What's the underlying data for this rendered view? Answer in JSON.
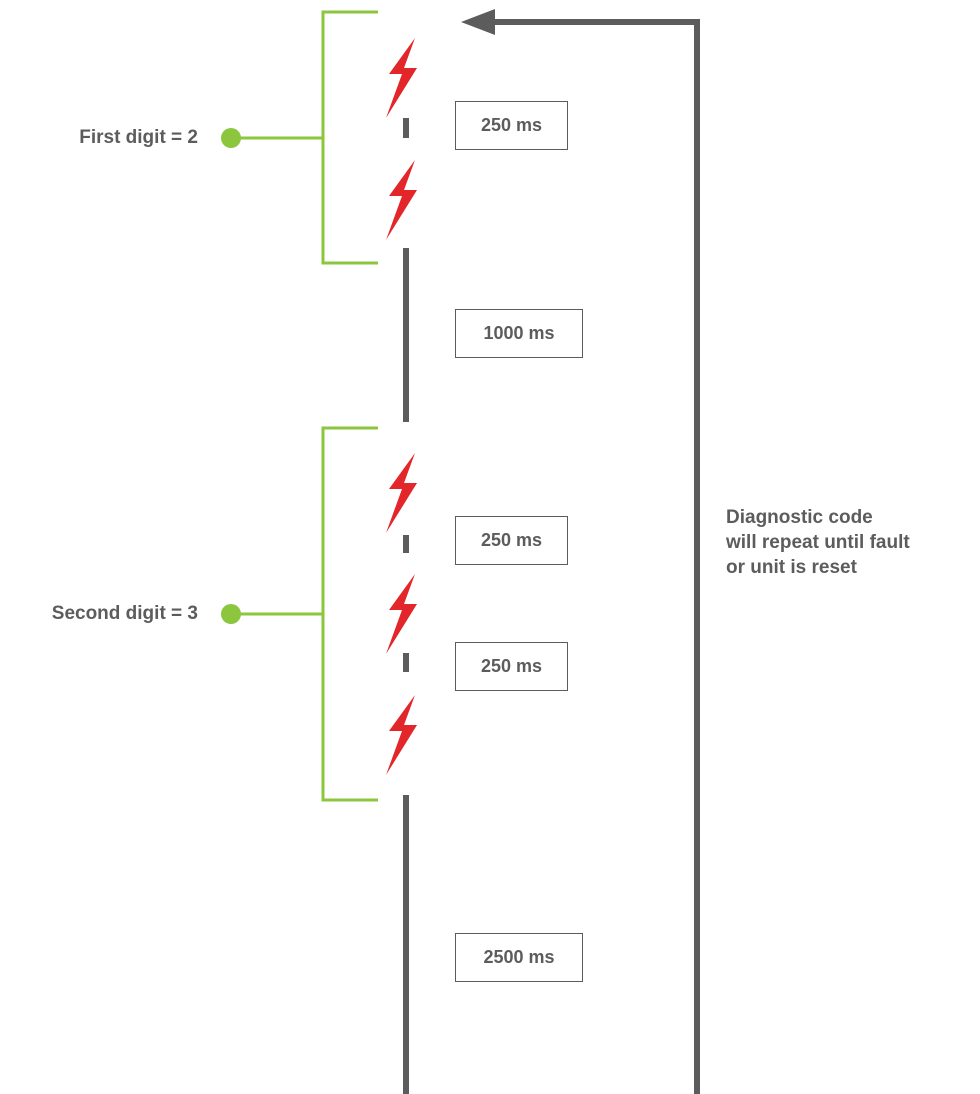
{
  "colors": {
    "line": "#5c5c5c",
    "bracket": "#8cc63f",
    "flash": "#e2262a",
    "box_border": "#5c5c5c",
    "text": "#5c5c5c"
  },
  "icons": {
    "flash": "lightning-bolt-icon",
    "marker": "green-dot-icon",
    "arrow": "arrow-left-icon"
  },
  "digits": {
    "first": {
      "label": "First digit = 2",
      "flashes": 2
    },
    "second": {
      "label": "Second digit = 3",
      "flashes": 3
    }
  },
  "intervals": {
    "first_gap": "250 ms",
    "digit_gap": "1000 ms",
    "second_gap_1": "250 ms",
    "second_gap_2": "250 ms",
    "repeat_gap": "2500 ms"
  },
  "note": {
    "line1": "Diagnostic code",
    "line2": "will repeat until fault",
    "line3": "or unit is reset"
  }
}
